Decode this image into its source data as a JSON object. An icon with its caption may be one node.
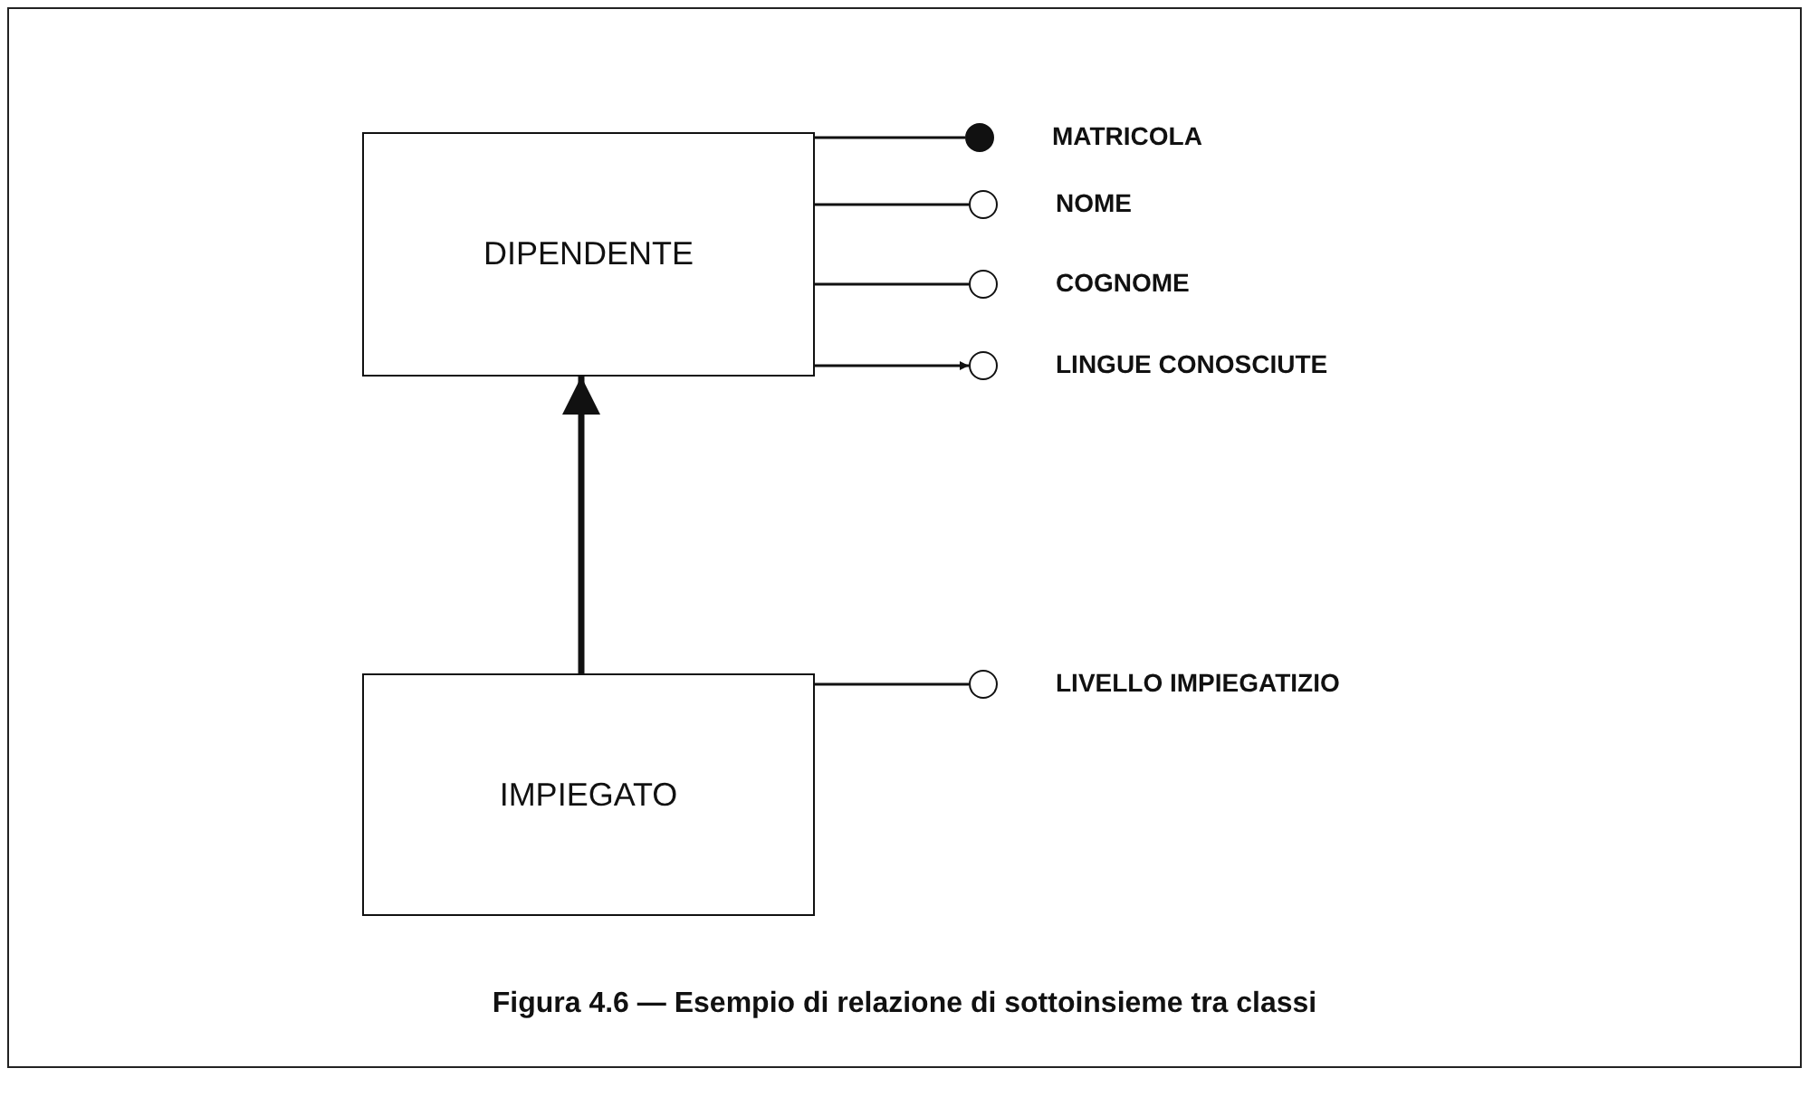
{
  "diagram": {
    "caption": "Figura 4.6 — Esempio di relazione di sottoinsieme tra classi",
    "nodes": [
      {
        "text": [
          "DIPENDENTE"
        ]
      },
      {
        "text": [
          "IMPIEGATO"
        ]
      },
      {
        "text": [],
        "shape": "dot",
        "beside": [
          "MATRICOLA"
        ]
      },
      {
        "text": [],
        "shape": "circle",
        "beside": [
          "NOME"
        ]
      },
      {
        "text": [],
        "shape": "circle",
        "beside": [
          "COGNOME"
        ]
      },
      {
        "text": [],
        "shape": "circle",
        "beside": [
          "LINGUE CONOSCIUTE"
        ]
      },
      {
        "text": [],
        "shape": "circle",
        "beside": [
          "LIVELLO IMPIEGATIZIO"
        ]
      }
    ],
    "edges": [
      {
        "from": 0,
        "to": 2,
        "arrow": "none"
      },
      {
        "from": 0,
        "to": 3,
        "arrow": "none"
      },
      {
        "from": 0,
        "to": 4,
        "arrow": "none"
      },
      {
        "from": 0,
        "to": 5,
        "arrow": "to"
      },
      {
        "from": 1,
        "to": 0,
        "arrow": "to",
        "style": "thick"
      },
      {
        "from": 1,
        "to": 6,
        "arrow": "none"
      }
    ]
  }
}
